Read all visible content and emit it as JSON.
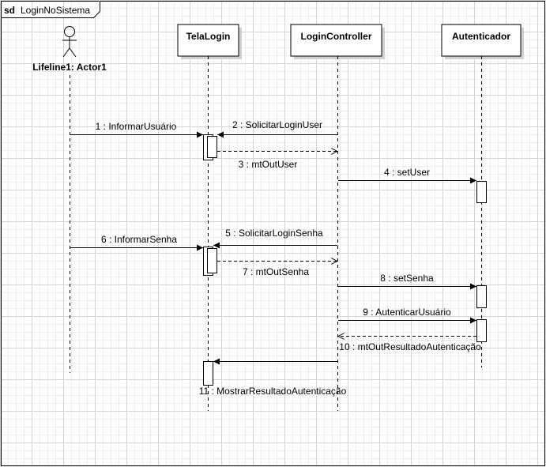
{
  "frame": {
    "keyword": "sd",
    "name": "LoginNoSistema"
  },
  "actor": {
    "label": "Lifeline1: Actor1"
  },
  "lifelines": [
    {
      "id": "tela",
      "label": "TelaLogin"
    },
    {
      "id": "ctrl",
      "label": "LoginController"
    },
    {
      "id": "auth",
      "label": "Autenticador"
    }
  ],
  "messages": [
    {
      "label": "1 : InformarUsuário"
    },
    {
      "label": "2 : SolicitarLoginUser"
    },
    {
      "label": "3 : mtOutUser"
    },
    {
      "label": "4 : setUser"
    },
    {
      "label": "5 : SolicitarLoginSenha"
    },
    {
      "label": "6 : InformarSenha"
    },
    {
      "label": "7 : mtOutSenha"
    },
    {
      "label": "8 : setSenha"
    },
    {
      "label": "9 : AutenticarUsuário"
    },
    {
      "label": "10 : mtOutResultadoAutenticação"
    },
    {
      "label": "11 : MostrarResultadoAutenticação"
    }
  ],
  "colors": {
    "line": "#000000",
    "box_fill": "#ffffff",
    "shadow": "#d0d0d0"
  }
}
